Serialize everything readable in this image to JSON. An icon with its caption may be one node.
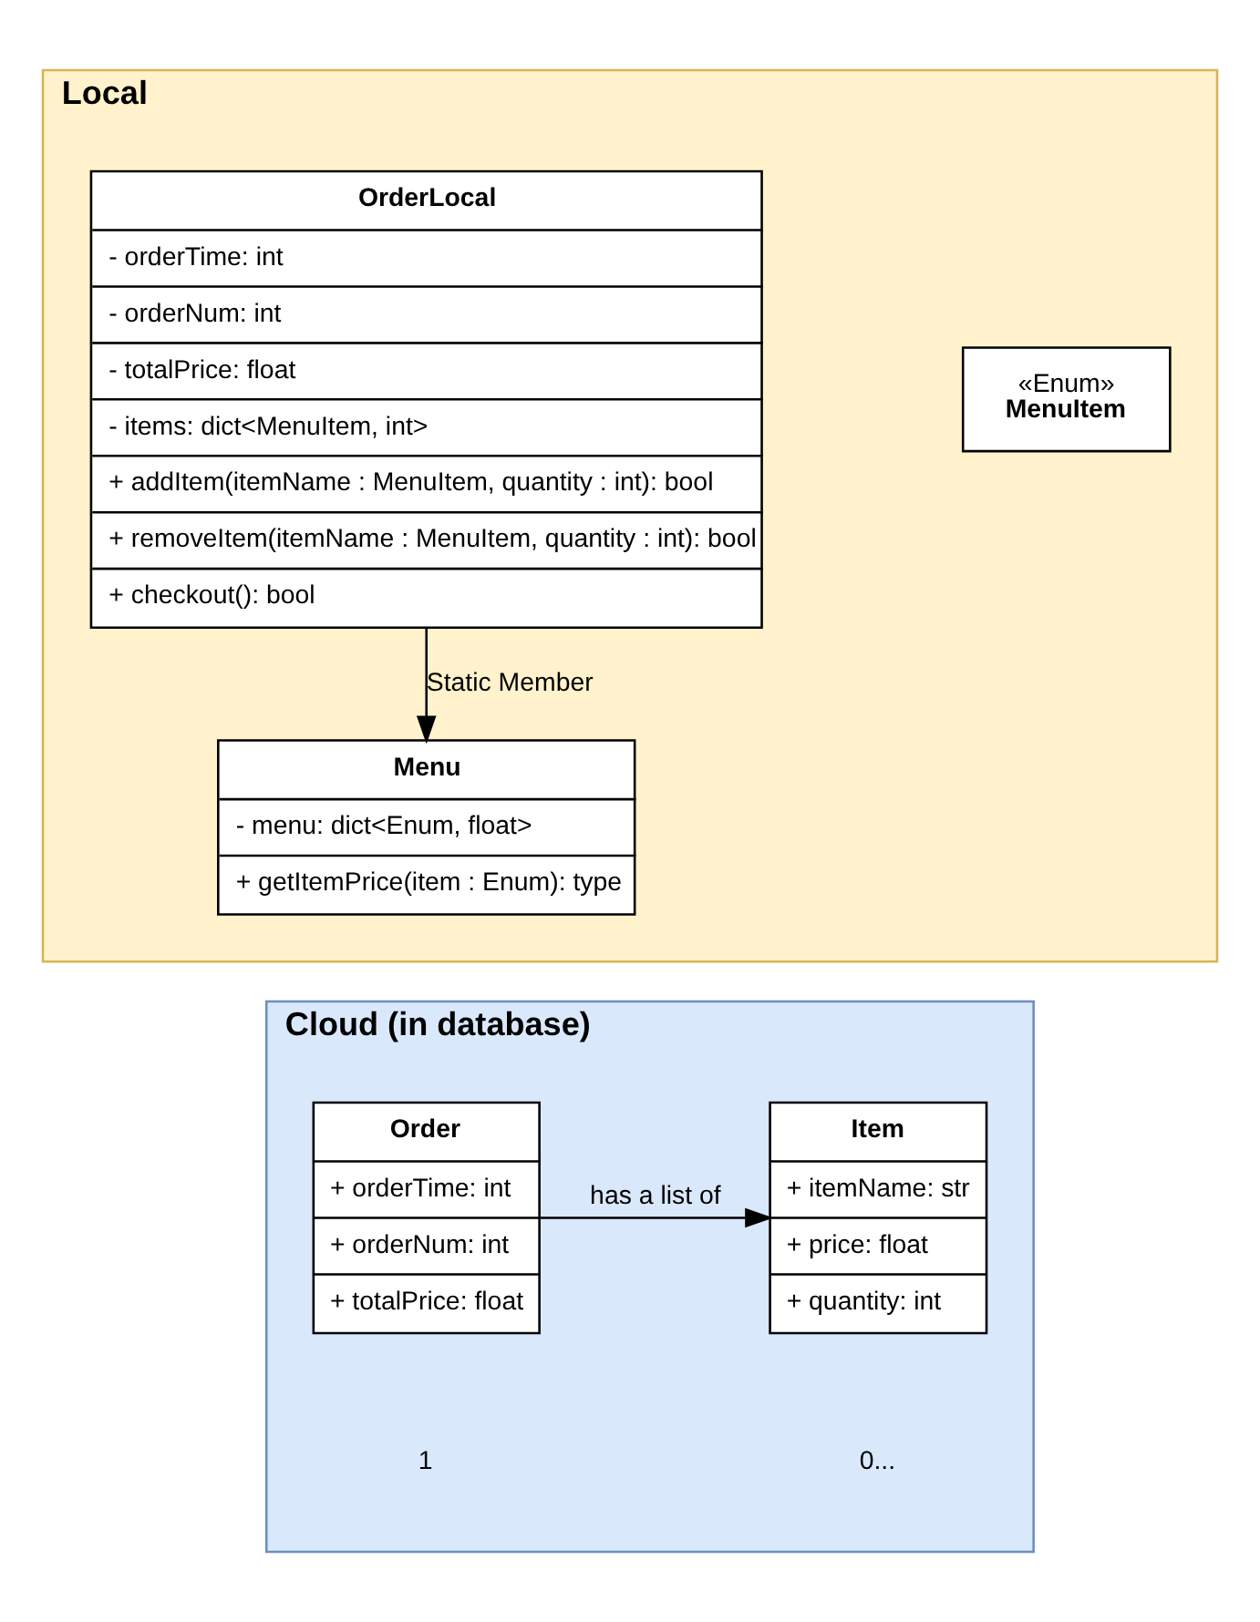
{
  "diagram": {
    "nodes": [
      {
        "text": [
          "Local"
        ]
      },
      {
        "text": [
          "OrderLocal",
          "- orderTime: int",
          "- orderNum: int",
          "- totalPrice: float",
          "- items: dict<MenuItem, int>",
          "+ addItem(itemName : MenuItem, quantity : int): bool",
          "+ removeItem(itemName : MenuItem, quantity : int): bool",
          "+ checkout(): bool"
        ],
        "in": 0
      },
      {
        "text": [
          "«Enum»",
          "MenuItem"
        ],
        "in": 0
      },
      {
        "text": [
          "Menu",
          "- menu: dict<Enum, float>",
          "+ getItemPrice(item : Enum): type"
        ],
        "in": 0
      },
      {
        "text": [
          "Cloud (in database)"
        ]
      },
      {
        "text": [
          "Order",
          "+ orderTime: int",
          "+ orderNum: int",
          "+ totalPrice: float"
        ],
        "in": 4
      },
      {
        "text": [
          "Item",
          "+ itemName: str",
          "+ price: float",
          "+ quantity: int"
        ],
        "in": 4
      }
    ],
    "edges": [
      {
        "from": 1,
        "to": 3,
        "arrow": "to",
        "label": "Static Member"
      },
      {
        "from": 5,
        "to": 6,
        "arrow": "to",
        "label": "has a list of"
      }
    ],
    "labels": [
      "1",
      "0..."
    ]
  }
}
